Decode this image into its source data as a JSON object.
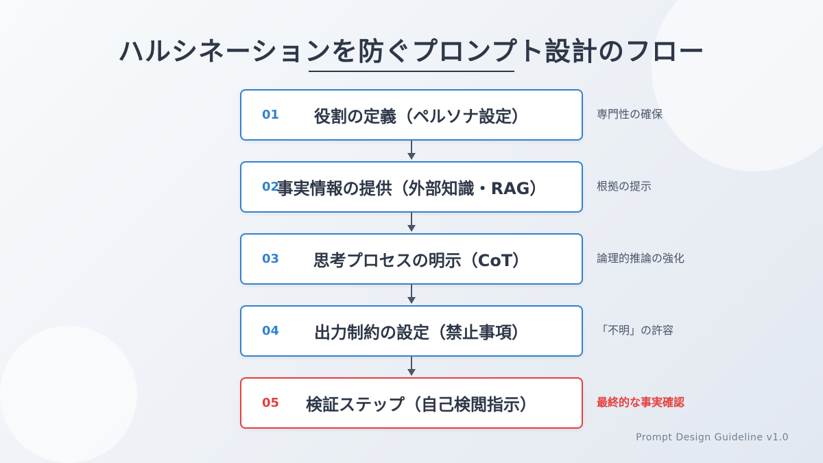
{
  "title": "ハルシネーションを防ぐプロンプト設計のフロー",
  "steps": [
    {
      "num": "01",
      "label": "役割の定義（ペルソナ設定）",
      "note": "専門性の確保"
    },
    {
      "num": "02",
      "label": "事実情報の提供（外部知識・RAG）",
      "note": "根拠の提示"
    },
    {
      "num": "03",
      "label": "思考プロセスの明示（CoT）",
      "note": "論理的推論の強化"
    },
    {
      "num": "04",
      "label": "出力制約の設定（禁止事項）",
      "note": "「不明」の許容"
    },
    {
      "num": "05",
      "label": "検証ステップ（自己検閲指示）",
      "note": "最終的な事実確認"
    }
  ],
  "footer": "Prompt Design Guideline v1.0",
  "colors": {
    "accent": "#3182ce",
    "highlight": "#e53e3e",
    "text": "#2d3748",
    "connector": "#4a5568"
  }
}
